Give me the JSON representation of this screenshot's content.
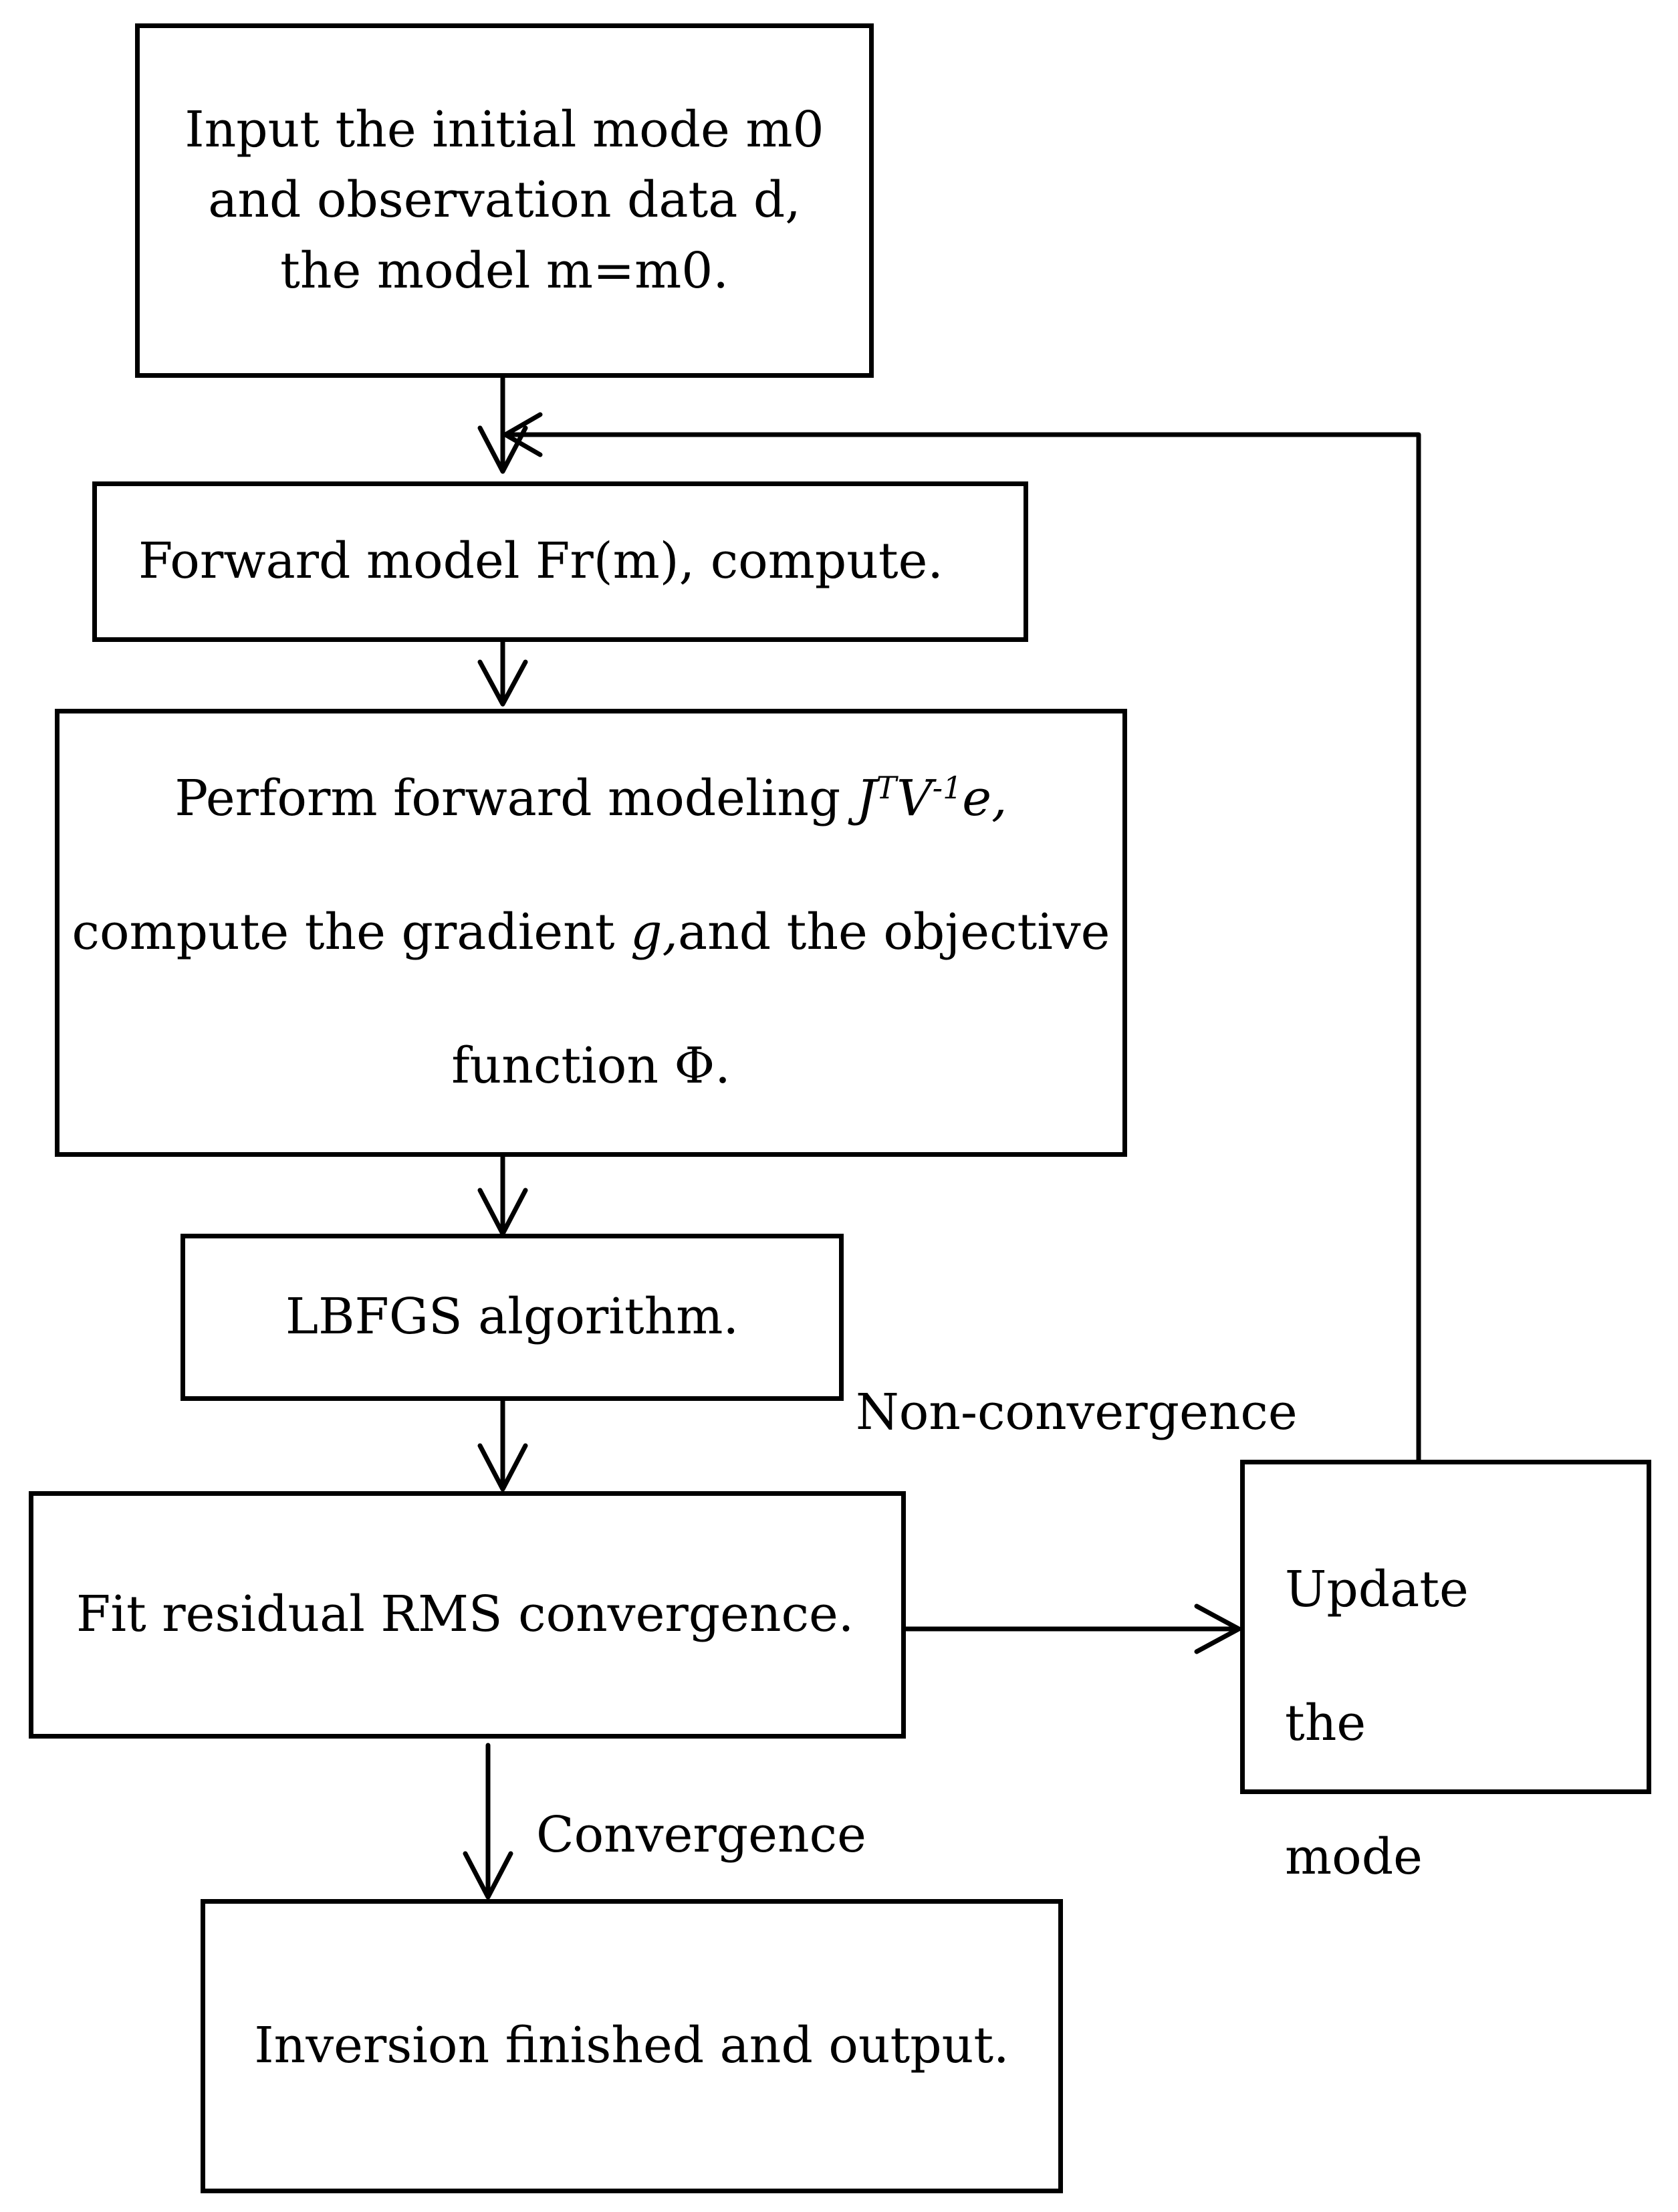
{
  "nodes": {
    "input": {
      "line1": "Input the initial mode m0",
      "line2": "and observation data d,",
      "line3": "the model m=m0."
    },
    "forward": {
      "text": "Forward model Fr(m), compute."
    },
    "perform": {
      "line1_prefix": "Perform forward modeling ",
      "math_j": "J",
      "math_t": "T",
      "math_v": "V",
      "math_neg1": "-1",
      "math_e": "e,",
      "line2_prefix": "compute the gradient ",
      "math_g": "g,",
      "line2_suffix": "and the objective",
      "line3": "function Φ."
    },
    "lbfgs": {
      "text": "LBFGS algorithm."
    },
    "fit": {
      "text": "Fit residual RMS convergence."
    },
    "update": {
      "word1": "Update",
      "word2": "the",
      "word3": "mode"
    },
    "output": {
      "text": "Inversion finished and output."
    }
  },
  "edge_labels": {
    "nonconvergence": "Non-convergence",
    "convergence": "Convergence"
  },
  "colors": {
    "stroke": "#000000",
    "background": "#ffffff"
  }
}
